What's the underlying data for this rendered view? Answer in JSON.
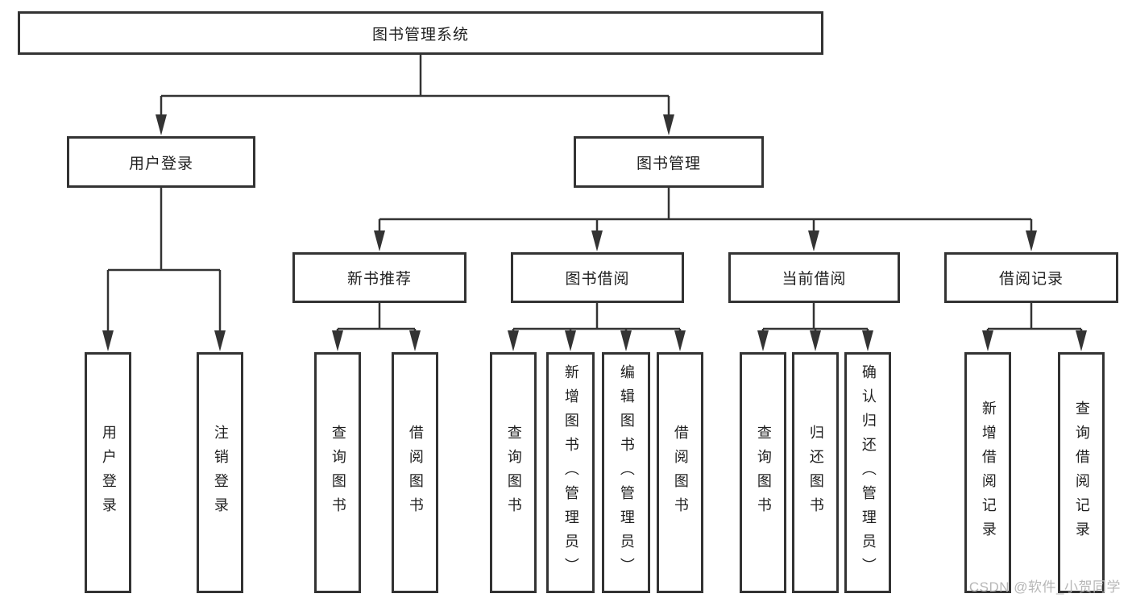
{
  "watermark": "CSDN @软件_小贺同学",
  "colors": {
    "line": "#333333",
    "box_border": "#333333",
    "text": "#1f1f1f",
    "watermark": "#b7b7b7",
    "background": "#ffffff"
  },
  "root": {
    "label": "图书管理系统"
  },
  "level2": [
    {
      "label": "用户登录"
    },
    {
      "label": "图书管理"
    }
  ],
  "level3": [
    {
      "label": "新书推荐",
      "parent": "图书管理"
    },
    {
      "label": "图书借阅",
      "parent": "图书管理"
    },
    {
      "label": "当前借阅",
      "parent": "图书管理"
    },
    {
      "label": "借阅记录",
      "parent": "图书管理"
    }
  ],
  "leaves": [
    {
      "label": "用户登录",
      "parent": "用户登录"
    },
    {
      "label": "注销登录",
      "parent": "用户登录"
    },
    {
      "label": "查询图书",
      "parent": "新书推荐"
    },
    {
      "label": "借阅图书",
      "parent": "新书推荐"
    },
    {
      "label": "查询图书",
      "parent": "图书借阅"
    },
    {
      "label": "新增图书（管理员）",
      "parent": "图书借阅"
    },
    {
      "label": "编辑图书（管理员）",
      "parent": "图书借阅"
    },
    {
      "label": "借阅图书",
      "parent": "图书借阅"
    },
    {
      "label": "查询图书",
      "parent": "当前借阅"
    },
    {
      "label": "归还图书",
      "parent": "当前借阅"
    },
    {
      "label": "确认归还（管理员）",
      "parent": "当前借阅"
    },
    {
      "label": "新增借阅记录",
      "parent": "借阅记录"
    },
    {
      "label": "查询借阅记录",
      "parent": "借阅记录"
    }
  ]
}
